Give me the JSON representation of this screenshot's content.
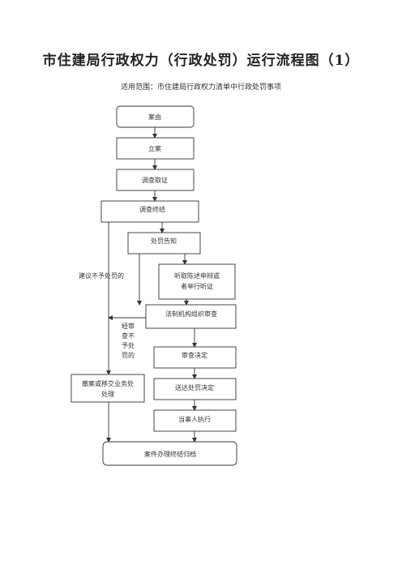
{
  "header": {
    "title": "市住建局行政权力（行政处罚）运行流程图（1）",
    "scope": "适用范围：市住建局行政权力清单中行政处罚事项"
  },
  "nodes": {
    "case_origin": "案由",
    "filing": "立案",
    "investigation": "调查取证",
    "investigation_end": "调查终结",
    "penalty_notice": "处罚告知",
    "hearing": [
      "听取陈述申辩或",
      "者举行听证"
    ],
    "legal_review": "法制机构组织审查",
    "review_decision": "审查决定",
    "deliver_decision": "送达处罚决定",
    "execution": "当事人执行",
    "transfer": [
      "撤案或移交业务处",
      "处理"
    ],
    "archive": "案件办理终结归档"
  },
  "labels": {
    "no_penalty_suggest": "建议不予处罚的",
    "reviewed_no_penalty": [
      "经审",
      "查不",
      "予处",
      "罚的"
    ]
  }
}
